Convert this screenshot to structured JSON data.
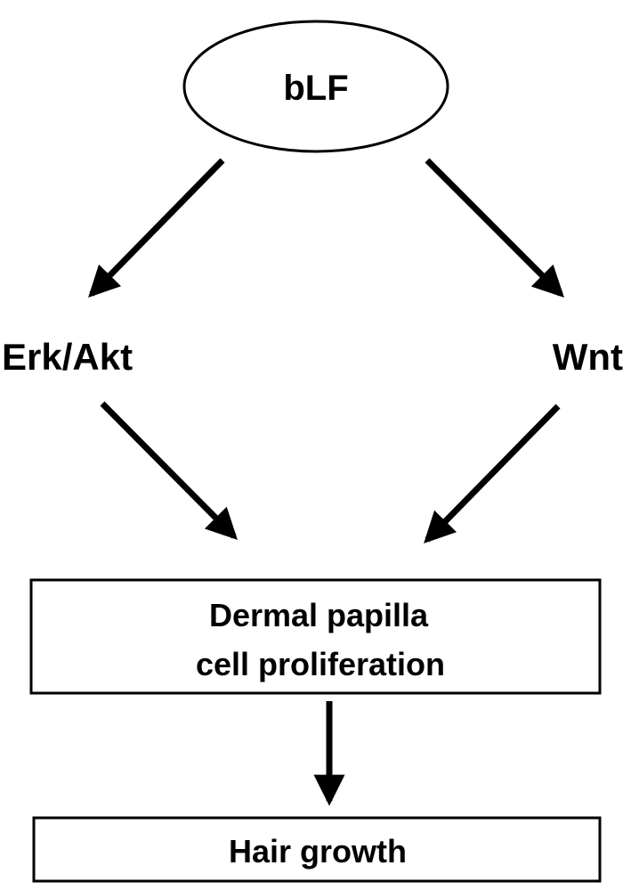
{
  "nodes": {
    "blf": "bLF",
    "erk_akt": "Erk/Akt",
    "wnt": "Wnt",
    "dermal_line1": "Dermal papilla",
    "dermal_line2": "cell proliferation",
    "hair_growth": "Hair growth"
  },
  "colors": {
    "stroke": "#000000",
    "background": "#ffffff"
  }
}
